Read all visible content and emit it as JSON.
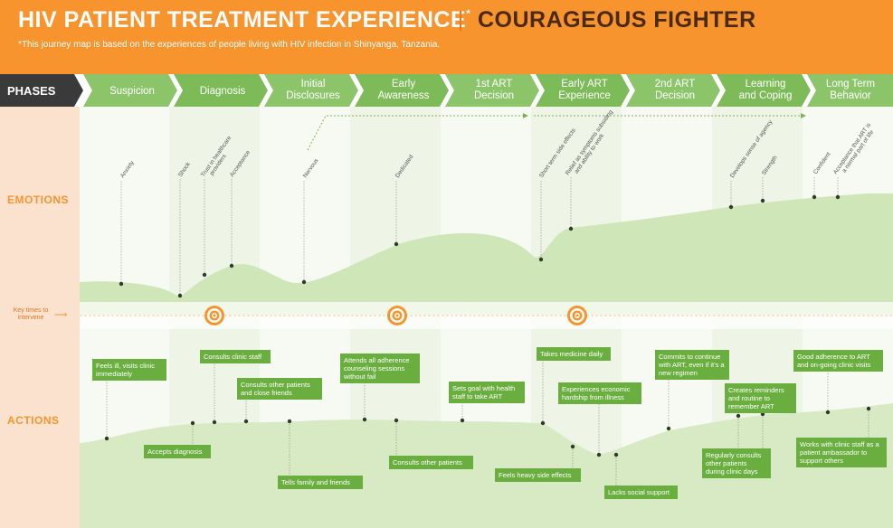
{
  "header": {
    "title": "HIV PATIENT TREATMENT EXPERIENCE",
    "title_mark": "*",
    "persona": "COURAGEOUS FIGHTER",
    "note": "*This journey map is based on the experiences of people living with HIV infection in Shinyanga, Tanzania."
  },
  "phases_label": "PHASES",
  "phases": [
    [
      "Suspicion"
    ],
    [
      "Diagnosis"
    ],
    [
      "Initial",
      "Disclosures"
    ],
    [
      "Early",
      "Awareness"
    ],
    [
      "1st ART",
      "Decision"
    ],
    [
      "Early ART",
      "Experience"
    ],
    [
      "2nd ART",
      "Decision"
    ],
    [
      "Learning",
      "and Coping"
    ],
    [
      "Long Term",
      "Behavior"
    ]
  ],
  "rows": {
    "emotions": "EMOTIONS",
    "key_times": "Key times to intervene",
    "actions": "ACTIONS"
  },
  "emotions": [
    {
      "label": "Anxiety"
    },
    {
      "label": "Shock"
    },
    {
      "label": "Trust in healthcare providers"
    },
    {
      "label": "Acceptance"
    },
    {
      "label": "Nervous"
    },
    {
      "label": "Dedicated"
    },
    {
      "label": "Short term side effects"
    },
    {
      "label": "Relief as symptoms subsiding and ability to work"
    },
    {
      "label": "Develops sense of agency"
    },
    {
      "label": "Strength"
    },
    {
      "label": "Confident"
    },
    {
      "label": "Acceptance that ART is a normal part of life"
    }
  ],
  "actions": {
    "a1": "Feels ill, visits clinic immediately",
    "a2": "Accepts diagnosis",
    "a3": "Consults clinic staff",
    "a4": "Consults other patients and close friends",
    "a5": "Tells family and friends",
    "a6": "Attends all adherence counseling sessions without fail",
    "a7": "Consults other patients",
    "a8": "Sets goal with health staff to take ART",
    "a9": "Takes medicine daily",
    "a10": "Feels heavy side effects",
    "a11": "Experiences economic hardship from illness",
    "a12": "Lacks social support",
    "a13": "Commits to continue with ART, even if it's a new regimen",
    "a14": "Regularly consults other patients during clinic days",
    "a15": "Creates reminders and routine to remember ART",
    "a16": "Good adherence to ART and on-going clinic visits",
    "a17": "Works with clinic staff as a patient ambassador to support others"
  },
  "colors": {
    "orange": "#f7942d",
    "dark": "#3a3a3a",
    "green": "#6aae3f",
    "light_green": "#cfe6b8",
    "pale_green": "#e4f0d6",
    "peach": "#fbe2cf"
  }
}
